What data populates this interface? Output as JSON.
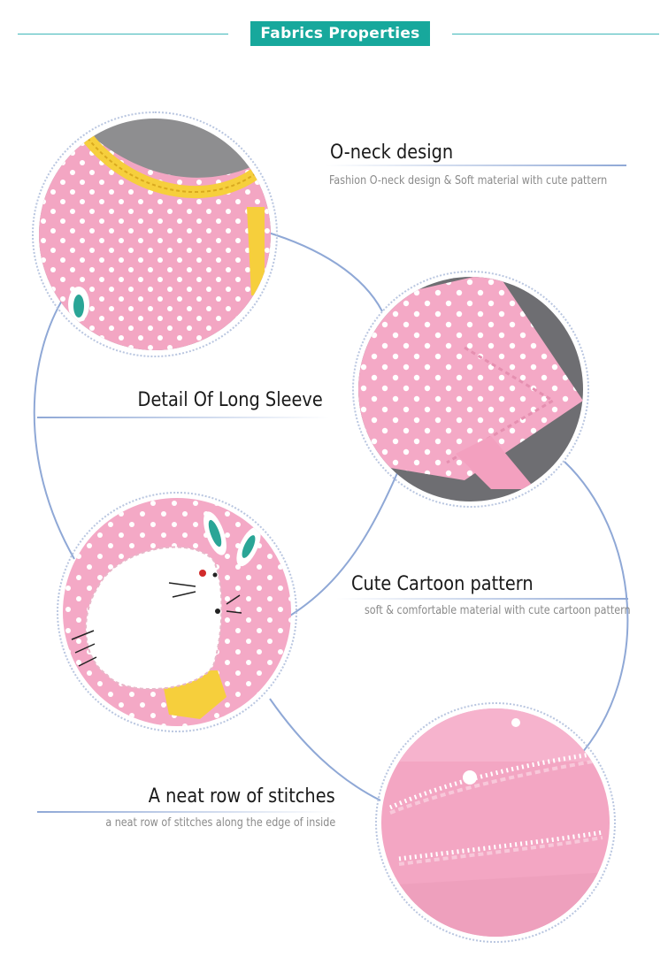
{
  "header": {
    "badge_label": "Fabrics Properties"
  },
  "features": [
    {
      "title": "O-neck design",
      "subtitle": "Fashion  O-neck design & Soft material with cute pattern"
    },
    {
      "title": "Detail Of Long Sleeve",
      "subtitle": ""
    },
    {
      "title": "Cute Cartoon pattern",
      "subtitle": "soft  & comfortable material with cute cartoon pattern"
    },
    {
      "title": "A neat row of stitches",
      "subtitle": "a neat row of stitches along the edge of inside"
    }
  ],
  "colors": {
    "accent": "#17a89c",
    "line": "#3fb8b9",
    "connector": "#8fa8d6",
    "fabric_pink": "#f4a9c6",
    "trim_yellow": "#f6cf3c"
  }
}
